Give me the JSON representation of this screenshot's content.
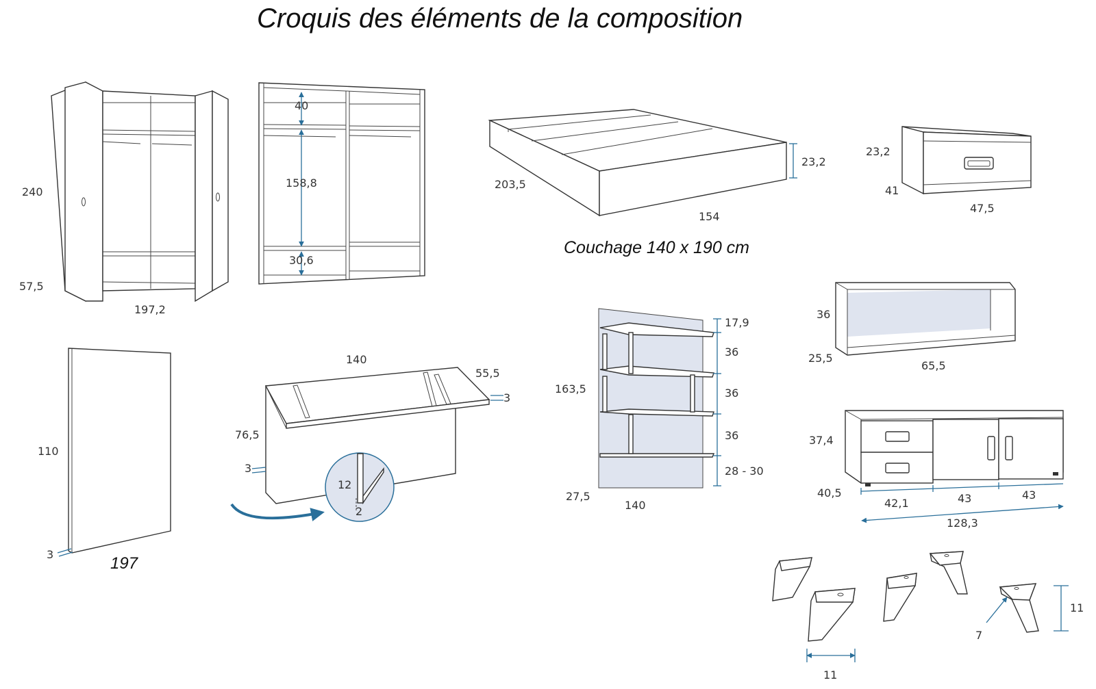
{
  "title": "Croquis des éléments de la composition",
  "wardrobe": {
    "height": "240",
    "depth": "57,5",
    "width": "197,2"
  },
  "wardrobe_interior": {
    "top": "40",
    "middle": "158,8",
    "bottom": "30,6"
  },
  "bed": {
    "length": "203,5",
    "width": "154",
    "height": "23,2",
    "caption": "Couchage 140 x 190 cm"
  },
  "nightstand": {
    "height": "23,2",
    "depth": "41",
    "width": "47,5"
  },
  "wall_panel": {
    "height": "110",
    "thickness": "3",
    "width": "197"
  },
  "desk": {
    "width": "140",
    "depth": "55,5",
    "top_thickness": "3",
    "height": "76,5",
    "panel_thickness": "3",
    "detail_a": "12",
    "detail_b": "2"
  },
  "shelving": {
    "height": "163,5",
    "depth": "27,5",
    "width": "140",
    "gaps": [
      "17,9",
      "36",
      "36",
      "36",
      "28 - 30"
    ]
  },
  "wall_shelf": {
    "height": "36",
    "depth": "25,5",
    "width": "65,5"
  },
  "tv_unit": {
    "height": "37,4",
    "depth": "40,5",
    "sections": [
      "42,1",
      "43",
      "43"
    ],
    "total_width": "128,3"
  },
  "legs": {
    "height": "11",
    "depth": "7",
    "width": "11"
  }
}
